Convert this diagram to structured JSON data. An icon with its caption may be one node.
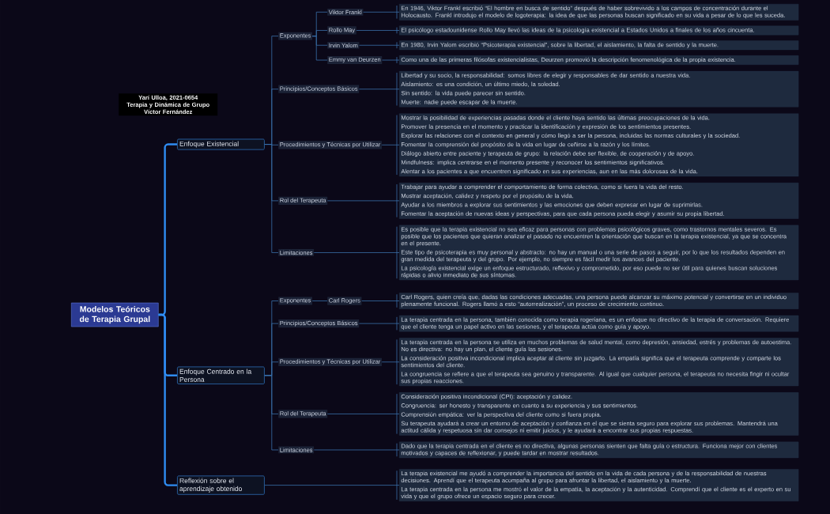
{
  "diagram": {
    "nodes": [
      {
        "text": [
          "Modelos Teóricos de Terapia Grupal"
        ]
      },
      {
        "text": [
          "Enfoque Existencial"
        ]
      },
      {
        "text": [
          "Exponentes"
        ]
      },
      {
        "text": [
          "Viktor Frankl"
        ]
      },
      {
        "text": [
          "En 1946, Viktor Frankl escribió “El hombre en busca de sentido” después de haber sobrevivido a los campos de concentración durante el Holocausto. Frankl introdujo el modelo de logoterapia: la idea de que las personas buscan significado en su vida a pesar de lo que les suceda."
        ]
      },
      {
        "text": [
          "Rollo May"
        ]
      },
      {
        "text": [
          "El psicólogo estadounidense Rollo May llevó las ideas de la psicología existencial a Estados Unidos a finales de los años cincuenta."
        ]
      },
      {
        "text": [
          "Irvin Yalom"
        ]
      },
      {
        "text": [
          "En 1980, Irvin Yalom escribió “Psicoterapia existencial”, sobre la libertad, el aislamiento, la falta de sentido y la muerte."
        ]
      },
      {
        "text": [
          "Emmy van Deurzen"
        ]
      },
      {
        "text": [
          "Como una de las primeras filósofas existencialistas, Deurzen promovió la descripción fenomenológica de la propia existencia."
        ]
      },
      {
        "text": [
          "Principios/Conceptos Básicos"
        ]
      },
      {
        "text": [
          "Libertad y su socio, la responsabilidad: somos libres de elegir y responsables de dar sentido a nuestra vida.",
          "Aislamiento: es una condición, un último miedo, la soledad.",
          "Sin sentido: la vida puede parecer sin sentido.",
          "Muerte: nadie puede escapar de la muerte."
        ]
      },
      {
        "text": [
          "Procedimientos y Técnicas por Utilizar"
        ]
      },
      {
        "text": [
          "Mostrar la posibilidad de experiencias pasadas donde el cliente haya sentido las últimas preocupaciones de la vida.",
          "Promover la presencia en el momento y practicar la identificación y expresión de los sentimientos presentes.",
          "Explorar las relaciones con el contexto en general y cómo llegó a ser la persona, incluidas las normas culturales y la sociedad.",
          "Fomentar la comprensión del propósito de la vida en lugar de ceñirse a la razón y los límites.",
          "Diálogo abierto entre paciente y terapeuta de grupo: la relación debe ser flexible, de cooperación y de apoyo.",
          "Mindfulness: implica centrarse en el momento presente y reconocer los sentimientos significativos.",
          "Alentar a los pacientes a que encuentren significado en sus experiencias, aun en las más dolorosas de la vida."
        ]
      },
      {
        "text": [
          "Rol del Terapeuta"
        ]
      },
      {
        "text": [
          "Trabajar para ayudar a comprender el comportamiento de forma colectiva, como si fuera la vida del resto.",
          "Mostrar aceptación, calidez y respeto por el propósito de la vida.",
          "Ayudar a los miembros a explorar sus sentimientos y las emociones que deben expresar en lugar de suprimirlas.",
          "Fomentar la aceptación de nuevas ideas y perspectivas, para que cada persona pueda elegir y asumir su propia libertad."
        ]
      },
      {
        "text": [
          "Limitaciones"
        ]
      },
      {
        "text": [
          "Es posible que la terapia existencial no sea eficaz para personas con problemas psicológicos graves, como trastornos mentales severos. Es posible que los pacientes que quieran analizar el pasado no encuentren la orientación que buscan en la terapia existencial, ya que se concentra en el presente.",
          "Este tipo de psicoterapia es muy personal y abstracto: no hay un manual o una serie de pasos a seguir, por lo que los resultados dependen en gran medida del terapeuta y del grupo. Por ejemplo, no siempre es fácil medir los avances del paciente.",
          "La psicología existencial exige un enfoque estructurado, reflexivo y comprometido, por eso puede no ser útil para quienes buscan soluciones rápidas o alivio inmediato de sus síntomas."
        ]
      },
      {
        "text": [
          "Enfoque Centrado en la Persona"
        ]
      },
      {
        "text": [
          "Exponentes"
        ]
      },
      {
        "text": [
          "Carl Rogers"
        ]
      },
      {
        "text": [
          "Carl Rogers, quien creía que, dadas las condiciones adecuadas, una persona puede alcanzar su máximo potencial y convertirse en un individuo plenamente funcional. Rogers llamó a esto “autorrealización”, un proceso de crecimiento continuo."
        ]
      },
      {
        "text": [
          "Principios/Conceptos Básicos"
        ]
      },
      {
        "text": [
          "La terapia centrada en la persona, también conocida como terapia rogeriana, es un enfoque no directivo de la terapia de conversación. Requiere que el cliente tenga un papel activo en las sesiones, y el terapeuta actúa como guía y apoyo."
        ]
      },
      {
        "text": [
          "Procedimientos y Técnicas por Utilizar"
        ]
      },
      {
        "text": [
          "La terapia centrada en la persona se utiliza en muchos problemas de salud mental, como depresión, ansiedad, estrés y problemas de autoestima. No es directiva: no hay un plan, el cliente guía las sesiones.",
          "La consideración positiva incondicional implica aceptar al cliente sin juzgarlo. La empatía significa que el terapeuta comprende y comparte los sentimientos del cliente.",
          "La congruencia se refiere a que el terapeuta sea genuino y transparente. Al igual que cualquier persona, el terapeuta no necesita fingir ni ocultar sus propias reacciones."
        ]
      },
      {
        "text": [
          "Rol del Terapeuta"
        ]
      },
      {
        "text": [
          "Consideración positiva incondicional (CPI): aceptación y calidez.",
          "Congruencia: ser honesto y transparente en cuanto a su experiencia y sus sentimientos.",
          "Comprensión empática: ver la perspectiva del cliente como si fuera propia.",
          "Su terapeuta ayudará a crear un entorno de aceptación y confianza en el que se sienta seguro para explorar sus problemas. Mantendrá una actitud cálida y respetuosa sin dar consejos ni emitir juicios, y le ayudará a encontrar sus propias respuestas."
        ]
      },
      {
        "text": [
          "Limitaciones"
        ]
      },
      {
        "text": [
          "Dado que la terapia centrada en el cliente es no directiva, algunas personas sienten que falta guía o estructura. Funciona mejor con clientes motivados y capaces de reflexionar, y puede tardar en mostrar resultados."
        ]
      },
      {
        "text": [
          "Reflexión sobre el aprendizaje obtenido"
        ]
      },
      {
        "text": [
          "La terapia existencial me ayudó a comprender la importancia del sentido en la vida de cada persona y de la responsabilidad de nuestras decisiones. Aprendí que el terapeuta acompaña al grupo para afrontar la libertad, el aislamiento y la muerte.",
          "La terapia centrada en la persona me mostró el valor de la empatía, la aceptación y la autenticidad. Comprendí que el cliente es el experto en su vida y que el grupo ofrece un espacio seguro para crecer."
        ]
      },
      {
        "text": [
          "Yarí Ulloa, 2021-0654",
          "Terapia y Dinámica de Grupo",
          "Víctor Fernández"
        ]
      }
    ],
    "edges": [
      {
        "from": 0,
        "to": 1,
        "arrow": "none",
        "style": "thick",
        "color": "#2f8cf2"
      },
      {
        "from": 0,
        "to": 19,
        "arrow": "none",
        "style": "thick",
        "color": "#2f8cf2"
      },
      {
        "from": 0,
        "to": 31,
        "arrow": "none",
        "style": "thick",
        "color": "#2f8cf2"
      },
      {
        "from": 1,
        "to": 2,
        "arrow": "none"
      },
      {
        "from": 1,
        "to": 11,
        "arrow": "none"
      },
      {
        "from": 1,
        "to": 13,
        "arrow": "none"
      },
      {
        "from": 1,
        "to": 15,
        "arrow": "none"
      },
      {
        "from": 1,
        "to": 17,
        "arrow": "none"
      },
      {
        "from": 2,
        "to": 3,
        "arrow": "none"
      },
      {
        "from": 2,
        "to": 5,
        "arrow": "none"
      },
      {
        "from": 2,
        "to": 7,
        "arrow": "none"
      },
      {
        "from": 2,
        "to": 9,
        "arrow": "none"
      },
      {
        "from": 3,
        "to": 4,
        "arrow": "none"
      },
      {
        "from": 5,
        "to": 6,
        "arrow": "none"
      },
      {
        "from": 7,
        "to": 8,
        "arrow": "none"
      },
      {
        "from": 9,
        "to": 10,
        "arrow": "none"
      },
      {
        "from": 11,
        "to": 12,
        "arrow": "none"
      },
      {
        "from": 13,
        "to": 14,
        "arrow": "none"
      },
      {
        "from": 15,
        "to": 16,
        "arrow": "none"
      },
      {
        "from": 17,
        "to": 18,
        "arrow": "none"
      },
      {
        "from": 19,
        "to": 20,
        "arrow": "none"
      },
      {
        "from": 19,
        "to": 23,
        "arrow": "none"
      },
      {
        "from": 19,
        "to": 25,
        "arrow": "none"
      },
      {
        "from": 19,
        "to": 27,
        "arrow": "none"
      },
      {
        "from": 19,
        "to": 29,
        "arrow": "none"
      },
      {
        "from": 20,
        "to": 21,
        "arrow": "none"
      },
      {
        "from": 21,
        "to": 22,
        "arrow": "none"
      },
      {
        "from": 23,
        "to": 24,
        "arrow": "none"
      },
      {
        "from": 25,
        "to": 26,
        "arrow": "none"
      },
      {
        "from": 27,
        "to": 28,
        "arrow": "none"
      },
      {
        "from": 29,
        "to": 30,
        "arrow": "none"
      },
      {
        "from": 31,
        "to": 32,
        "arrow": "none"
      }
    ]
  }
}
